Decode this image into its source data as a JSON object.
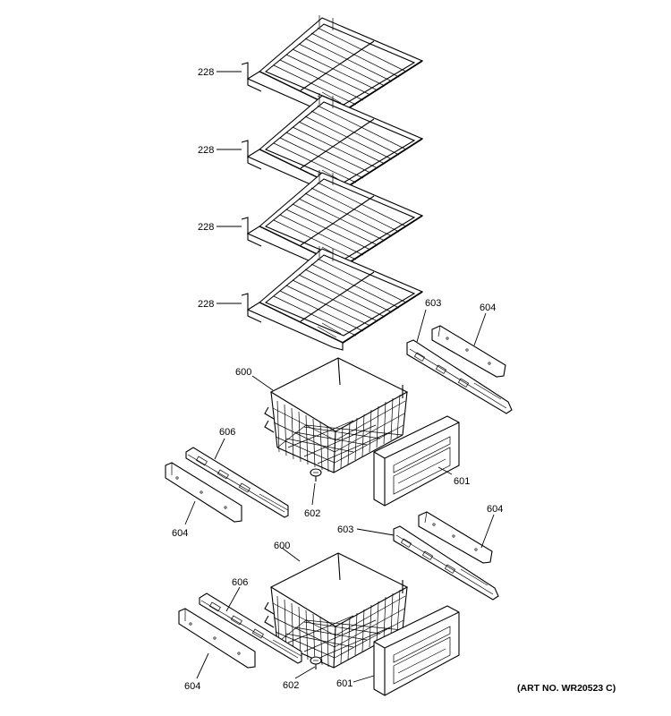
{
  "labels": {
    "shelf": "228",
    "basket": "600",
    "drawer_front": "601",
    "screw": "602",
    "slide_right": "603",
    "rail": "604",
    "slide_left": "606"
  },
  "art_number": "(ART NO. WR20523 C)"
}
